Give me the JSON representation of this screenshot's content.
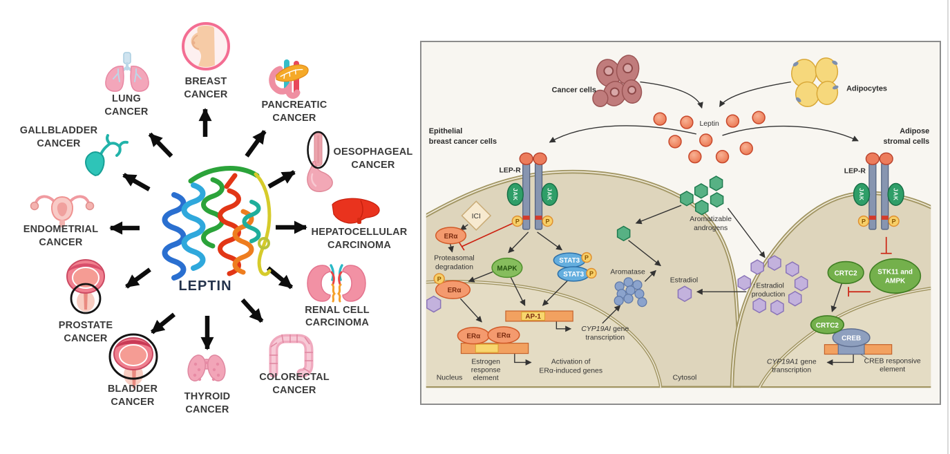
{
  "left_panel": {
    "center_label": "LEPTIN",
    "cancers": [
      {
        "icon": "lungs-icon",
        "line1": "LUNG",
        "line2": "CANCER"
      },
      {
        "icon": "breast-icon",
        "line1": "BREAST",
        "line2": "CANCER"
      },
      {
        "icon": "pancreas-icon",
        "line1": "PANCREATIC",
        "line2": "CANCER"
      },
      {
        "icon": "gallbladder-icon",
        "line1": "GALLBLADDER",
        "line2": "CANCER"
      },
      {
        "icon": "oesophagus-icon",
        "line1": "OESOPHAGEAL",
        "line2": "CANCER"
      },
      {
        "icon": "uterus-icon",
        "line1": "ENDOMETRIAL",
        "line2": "CANCER"
      },
      {
        "icon": "liver-icon",
        "line1": "HEPATOCELLULAR",
        "line2": "CARCINOMA"
      },
      {
        "icon": "prostate-icon",
        "line1": "PROSTATE",
        "line2": "CANCER"
      },
      {
        "icon": "kidneys-icon",
        "line1": "RENAL CELL",
        "line2": "CARCINOMA"
      },
      {
        "icon": "bladder-icon",
        "line1": "BLADDER",
        "line2": "CANCER"
      },
      {
        "icon": "thyroid-icon",
        "line1": "THYROID",
        "line2": "CANCER"
      },
      {
        "icon": "colon-icon",
        "line1": "COLORECTAL",
        "line2": "CANCER"
      }
    ]
  },
  "right_panel": {
    "top": {
      "cancer_cells": "Cancer cells",
      "adipocytes": "Adipocytes",
      "leptin": "Leptin",
      "epithelial_line1": "Epithelial",
      "epithelial_line2": "breast cancer cells",
      "adipose_line1": "Adipose",
      "adipose_line2": "stromal cells"
    },
    "left_cell": {
      "lepr": "LEP-R",
      "jak": "JAK",
      "p": "P",
      "ici": "ICI",
      "era": "ERα",
      "proteasomal_line1": "Proteasomal",
      "proteasomal_line2": "degradation",
      "mapk": "MAPK",
      "stat3": "STAT3",
      "ap1": "AP-1",
      "cyp_gene": "CYP19AI",
      "cyp_gene_rest": " gene",
      "cyp_line2": "transcription",
      "aromatase": "Aromatase",
      "ere_line1": "Estrogen",
      "ere_line2": "response",
      "ere_line3": "element",
      "activation_line1": "Activation of",
      "activation_line2": "ERα-induced genes",
      "nucleus": "Nucleus",
      "cytosol": "Cytosol"
    },
    "middle": {
      "aromatizable_line1": "Aromatizable",
      "aromatizable_line2": "androgens",
      "estradiol": "Estradiol"
    },
    "right_cell": {
      "lepr": "LEP-R",
      "jak": "JAK",
      "p": "P",
      "crtc2": "CRTC2",
      "stk11_line1": "STK11 and",
      "stk11_line2": "AMPK",
      "creb": "CREB",
      "estradiol_prod_line1": "↑Estradiol",
      "estradiol_prod_line2": "production",
      "cyp_gene": "CYP19A1",
      "cyp_gene_rest": " gene",
      "cyp_line2": "transcription",
      "cre_line1": "CREB responsive",
      "cre_line2": "element"
    },
    "colors": {
      "cell_fill": "#ded5bc",
      "nucleus_fill": "#e4dcc4",
      "membrane": "#a19562",
      "leptin_circle": "#ef8261",
      "jak_green": "#2f9e68",
      "kinase_green": "#74b04c",
      "stat3_blue": "#64aede",
      "era_orange": "#f49a6e",
      "dna_orange": "#f2a160",
      "dna_yellow": "#f8d66e",
      "hex_green": "#57b184",
      "hex_purple": "#c3b2dd",
      "aromatase_blue": "#8ba3cc",
      "creb_blue": "#8e9fbe",
      "inhibition_red": "#cc2211",
      "phospho_yellow": "#f7cf68"
    }
  }
}
